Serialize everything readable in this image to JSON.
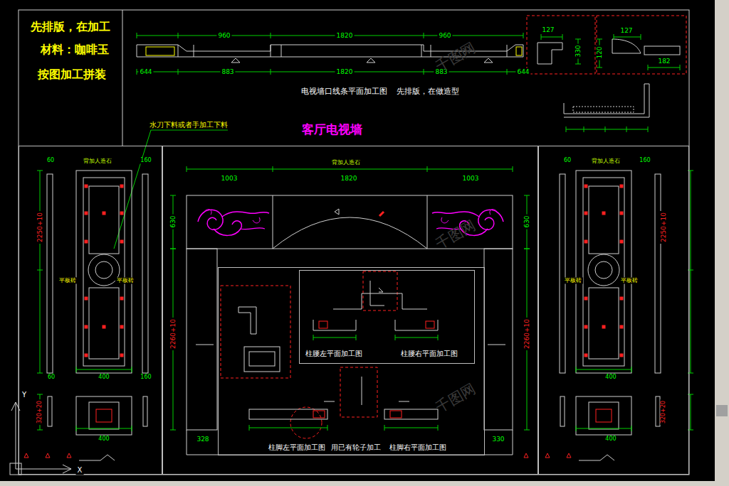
{
  "diagram": {
    "title": "客厅电视墙",
    "nodes": [
      {
        "text": [
          "先排版，在加工",
          "材料：咖啡玉",
          "按图加工拼装"
        ]
      },
      {
        "text": [
          "电视墙口线条平面加工图",
          "先排版，在做造型"
        ]
      },
      {
        "text": [
          "背加人造石"
        ]
      },
      {
        "text": [
          "背加人造石"
        ]
      },
      {
        "text": [
          "背加人造石"
        ]
      },
      {
        "text": [
          "柱脚左平面加工图",
          "用已有轮子加工",
          "柱脚右平面加工图"
        ],
        "in": 3
      },
      {
        "text": [
          "柱腰左平面加工图",
          "柱腰右平面加工图"
        ],
        "in": 5
      }
    ],
    "labels": [
      "960",
      "1820",
      "960",
      "644",
      "883",
      "1820",
      "883",
      "644",
      "127",
      "330",
      "127",
      "120",
      "182",
      "水刀下料或者手加工下料",
      "60",
      "160",
      "2250+10",
      "平板砖",
      "平板砖",
      "60",
      "400",
      "160",
      "400",
      "320+20",
      "1003",
      "1820",
      "1003",
      "630",
      "2260+10",
      "630",
      "2260+10",
      "328",
      "330",
      "60",
      "160",
      "2250+10",
      "平板砖",
      "平板砖",
      "400",
      "400",
      "320+20",
      "Y",
      "X",
      "千图网",
      "千图网",
      "千图网"
    ]
  }
}
